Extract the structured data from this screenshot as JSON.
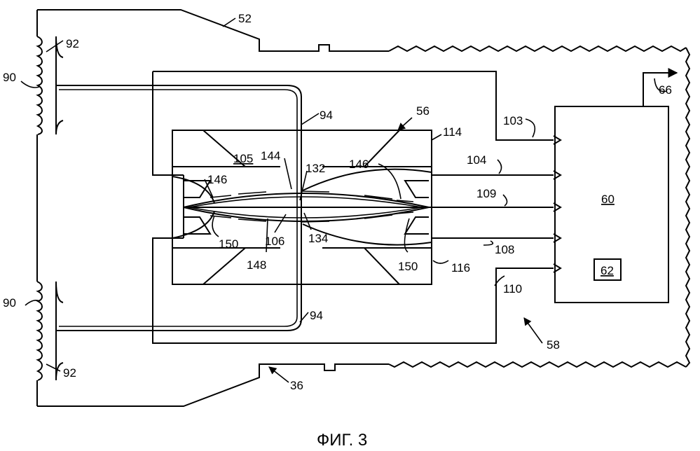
{
  "caption": "ФИГ. 3",
  "labels": {
    "l52": "52",
    "l92a": "92",
    "l90a": "90",
    "l94a": "94",
    "l56": "56",
    "l114": "114",
    "l103": "103",
    "l66": "66",
    "l105": "105",
    "l144": "144",
    "l132": "132",
    "l146a": "146",
    "l146b": "146",
    "l104": "104",
    "l109": "109",
    "l60": "60",
    "l150a": "150",
    "l106": "106",
    "l134": "134",
    "l148": "148",
    "l150b": "150",
    "l116": "116",
    "l108": "108",
    "l62": "62",
    "l110": "110",
    "l90b": "90",
    "l94b": "94",
    "l58": "58",
    "l92b": "92",
    "l36": "36"
  }
}
